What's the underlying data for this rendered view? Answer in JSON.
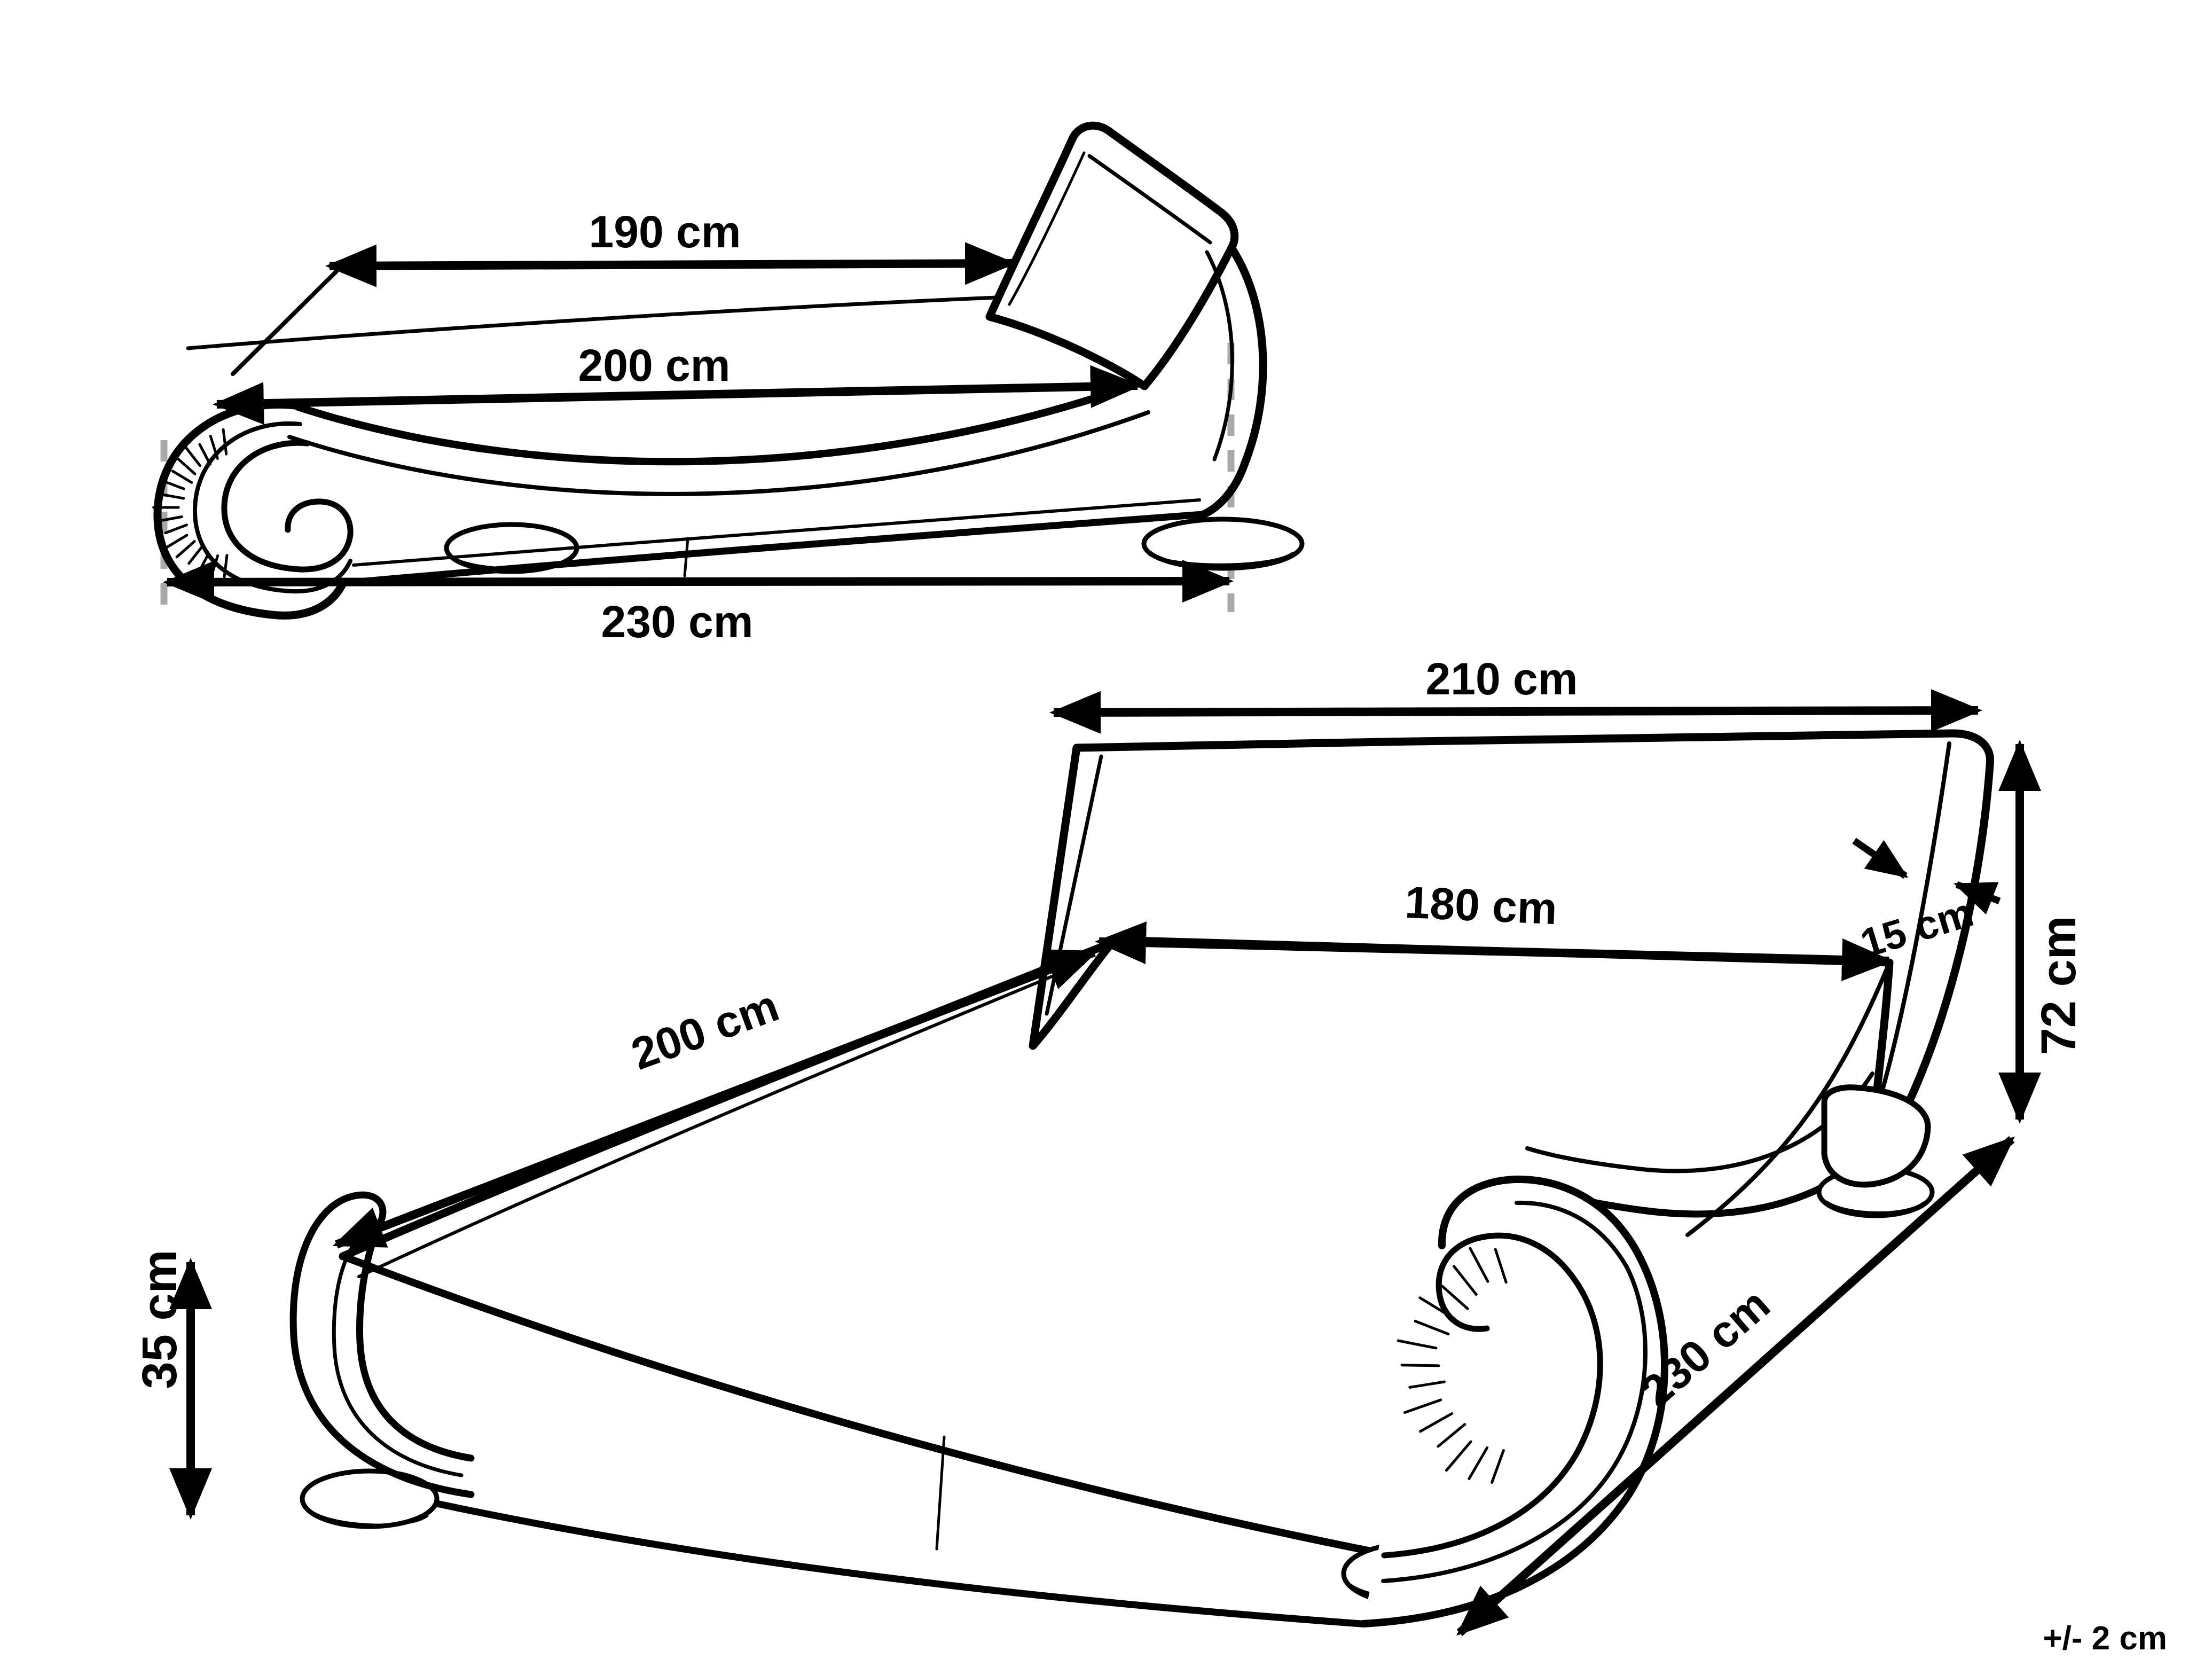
{
  "diagram": {
    "kind": "bed frame dimension drawing",
    "colors": {
      "line": "#000000",
      "guide_dashed": "#a9a9a9",
      "background": "#ffffff",
      "text": "#000000"
    },
    "views": {
      "side": {
        "name": "side view",
        "dims": {
          "mattress_length": "190 cm",
          "sleeping_length": "200 cm",
          "overall_length": "230 cm"
        }
      },
      "perspective": {
        "name": "perspective view",
        "dims": {
          "headboard_width": "210 cm",
          "mattress_width": "180 cm",
          "headboard_thickness": "15 cm",
          "headboard_height": "72 cm",
          "frame_length": "200 cm",
          "frame_height": "35 cm",
          "overall_length": "230 cm"
        }
      }
    },
    "footer": {
      "tolerance": "+/- 2 cm"
    }
  }
}
